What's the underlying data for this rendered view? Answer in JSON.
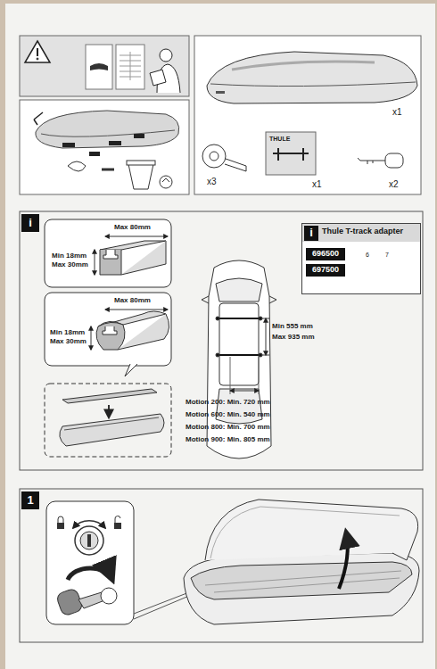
{
  "diagram": {
    "nodes": [
      {
        "text": [
          "i"
        ]
      },
      {
        "text": [
          "Thule T-track adapter"
        ]
      },
      {
        "text": [
          "i"
        ],
        "in": 1
      },
      {
        "text": [
          "696500"
        ],
        "in": 1
      },
      {
        "text": [
          "697500"
        ],
        "in": 1
      },
      {
        "text": [
          "1"
        ]
      }
    ],
    "labels": [
      "x1",
      "x3",
      "THULE",
      "x1",
      "x2",
      "Max 80mm",
      "Min 18mm",
      "Max 30mm",
      "Max 80mm",
      "Min 18mm",
      "Max 30mm",
      "Min 555 mm",
      "Max 935 mm",
      "Motion 200: Min. 720 mm",
      "Motion 600: Min. 540 mm",
      "Motion 800: Min. 700 mm",
      "Motion 900: Min. 805 mm",
      "6",
      "7"
    ]
  }
}
